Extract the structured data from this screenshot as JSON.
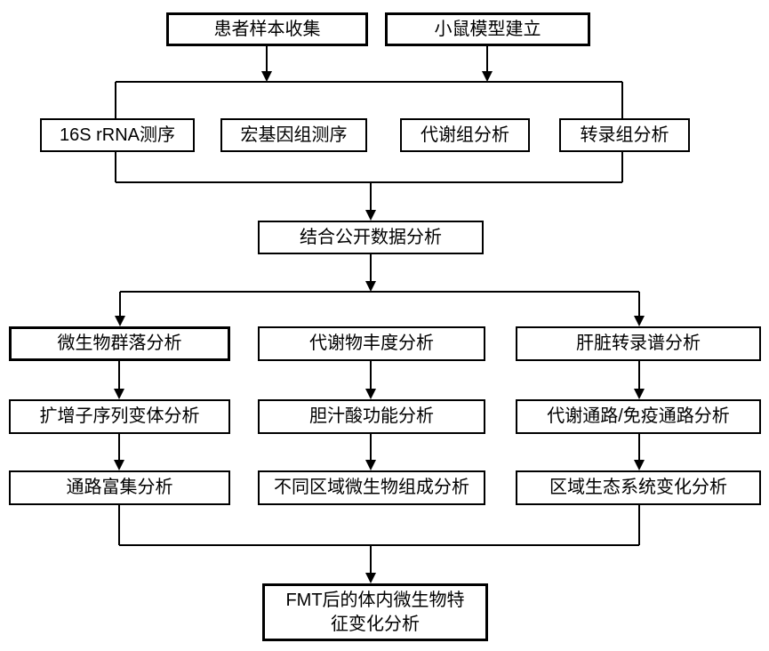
{
  "diagram": {
    "background_color": "#ffffff",
    "line_color": "#000000",
    "text_color": "#000000",
    "nodes": {
      "patient_sample_collection": "患者样本收集",
      "mouse_model": "小鼠模型建立",
      "s16_rrna_seq": "16S rRNA测序",
      "metagenomic_seq": "宏基因组测序",
      "metabolomic_analysis": "代谢组分析",
      "transcriptomic_analysis": "转录组分析",
      "public_data_analysis": "结合公开数据分析",
      "microbial_community": "微生物群落分析",
      "metabolite_abundance": "代谢物丰度分析",
      "liver_transcriptome": "肝脏转录谱分析",
      "amplicon_sequence_variant": "扩增子序列变体分析",
      "bile_acid_function": "胆汁酸功能分析",
      "metabolic_immune_pathway": "代谢通路/免疫通路分析",
      "pathway_enrichment": "通路富集分析",
      "regional_microbiota_composition": "不同区域微生物组成分析",
      "regional_ecosystem_change": "区域生态系统变化分析",
      "fmt_microbial_change": "FMT后的体内微生物特\n征变化分析"
    }
  }
}
